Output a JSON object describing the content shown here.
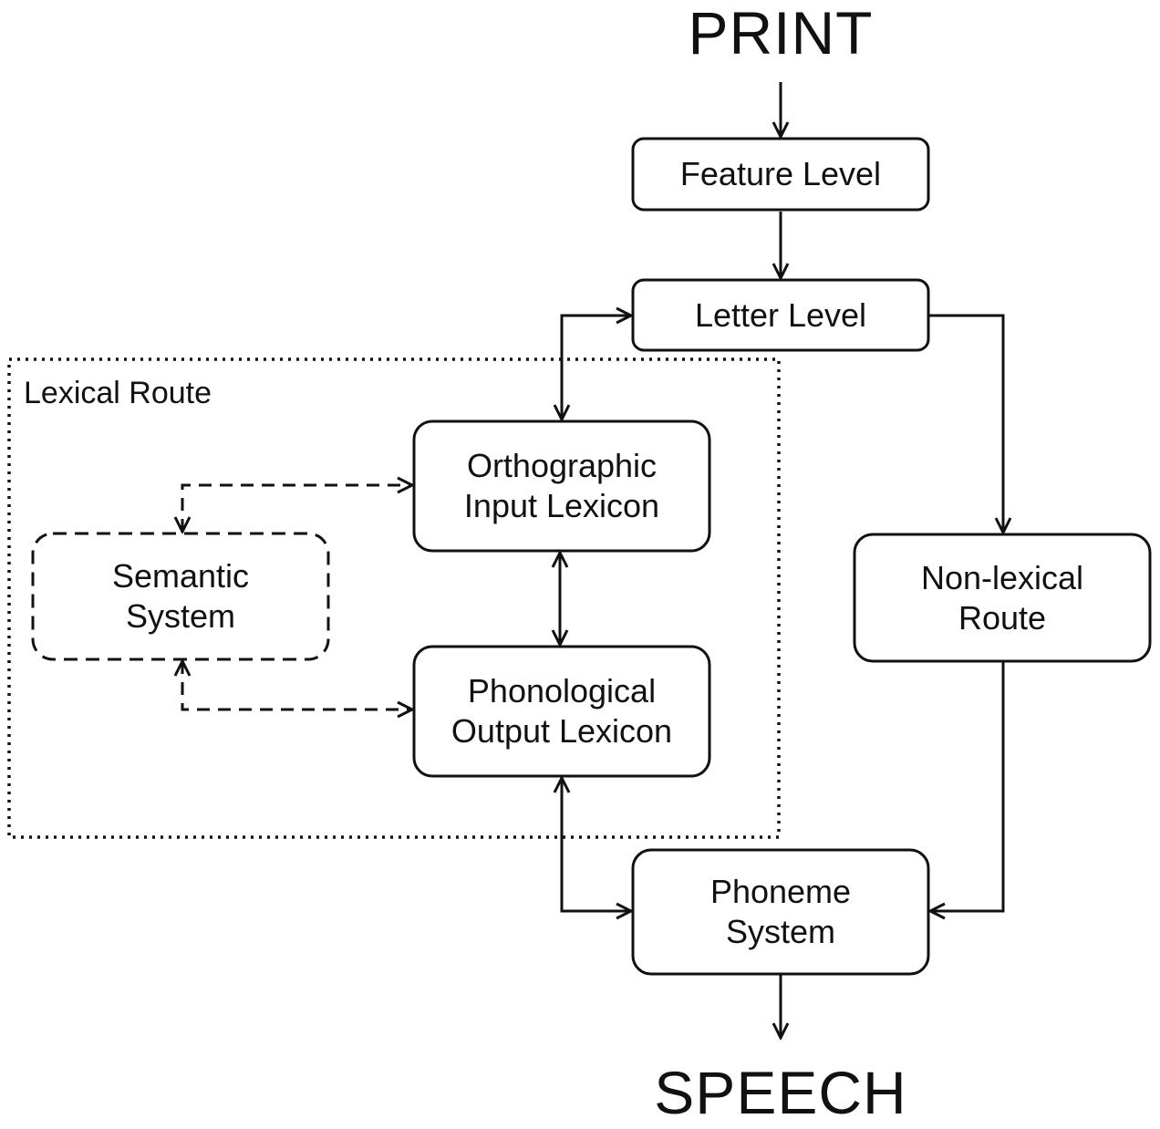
{
  "terminals": {
    "input": "PRINT",
    "output": "SPEECH"
  },
  "region": {
    "label": "Lexical Route"
  },
  "nodes": {
    "feature_level": "Feature Level",
    "letter_level": "Letter Level",
    "orthographic_input_lexicon": "Orthographic\nInput Lexicon",
    "semantic_system": "Semantic\nSystem",
    "phonological_output_lexicon": "Phonological\nOutput Lexicon",
    "non_lexical_route": "Non-lexical\nRoute",
    "phoneme_system": "Phoneme\nSystem"
  },
  "edges": [
    {
      "from": "PRINT",
      "to": "Feature Level",
      "style": "solid",
      "direction": "forward"
    },
    {
      "from": "Feature Level",
      "to": "Letter Level",
      "style": "solid",
      "direction": "forward"
    },
    {
      "from": "Letter Level",
      "to": "Orthographic Input Lexicon",
      "style": "solid",
      "direction": "both"
    },
    {
      "from": "Letter Level",
      "to": "Non-lexical Route",
      "style": "solid",
      "direction": "forward"
    },
    {
      "from": "Semantic System",
      "to": "Orthographic Input Lexicon",
      "style": "dashed",
      "direction": "both"
    },
    {
      "from": "Semantic System",
      "to": "Phonological Output Lexicon",
      "style": "dashed",
      "direction": "both"
    },
    {
      "from": "Orthographic Input Lexicon",
      "to": "Phonological Output Lexicon",
      "style": "solid",
      "direction": "both"
    },
    {
      "from": "Phonological Output Lexicon",
      "to": "Phoneme System",
      "style": "solid",
      "direction": "both"
    },
    {
      "from": "Non-lexical Route",
      "to": "Phoneme System",
      "style": "solid",
      "direction": "forward"
    },
    {
      "from": "Phoneme System",
      "to": "SPEECH",
      "style": "solid",
      "direction": "forward"
    }
  ],
  "colors": {
    "stroke": "#111111",
    "background": "#ffffff"
  }
}
